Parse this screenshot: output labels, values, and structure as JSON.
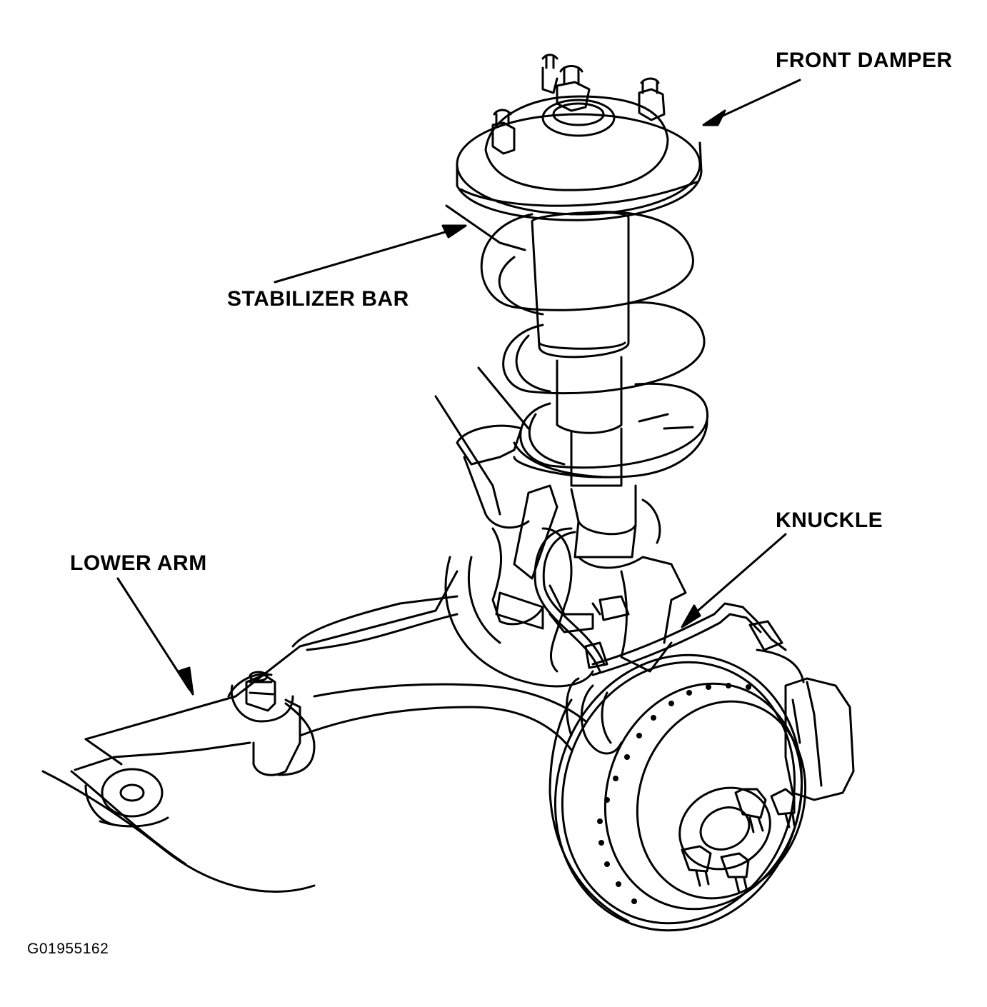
{
  "diagram": {
    "labels": {
      "front_damper": "FRONT DAMPER",
      "stabilizer_bar": "STABILIZER BAR",
      "knuckle": "KNUCKLE",
      "lower_arm": "LOWER ARM"
    },
    "figure_code": "G01955162",
    "colors": {
      "line": "#000000",
      "background": "#ffffff"
    }
  }
}
